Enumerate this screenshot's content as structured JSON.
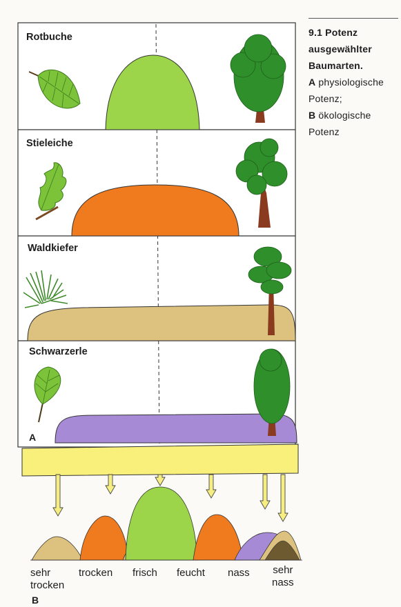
{
  "caption": {
    "number_title": "9.1 Potenz ausgewählter Baumarten.",
    "a_letter": "A",
    "a_text": "physiologische Potenz;",
    "b_letter": "B",
    "b_text": "ökologische Potenz"
  },
  "panels": [
    {
      "name": "Rotbuche",
      "color": "#9cd44a"
    },
    {
      "name": "Stieleiche",
      "color": "#f07a1e"
    },
    {
      "name": "Waldkiefer",
      "color": "#dcc27e"
    },
    {
      "name": "Schwarzerle",
      "color": "#a78ad6"
    }
  ],
  "part_labels": {
    "a": "A",
    "b": "B"
  },
  "moisture_scale": [
    {
      "line1": "sehr",
      "line2": "trocken"
    },
    {
      "line1": "trocken",
      "line2": ""
    },
    {
      "line1": "frisch",
      "line2": ""
    },
    {
      "line1": "feucht",
      "line2": ""
    },
    {
      "line1": "nass",
      "line2": ""
    },
    {
      "line1": "sehr",
      "line2": "nass"
    }
  ],
  "colors": {
    "frame": "#333333",
    "band": "#f8f07a",
    "arrow": "#f6ee82",
    "leaf": "#7dc33a",
    "tree_crown": "#2f8f2a",
    "tree_trunk": "#8a3a1e",
    "beige_extra": "#d9c08a",
    "brown_extra": "#6d5a30"
  }
}
